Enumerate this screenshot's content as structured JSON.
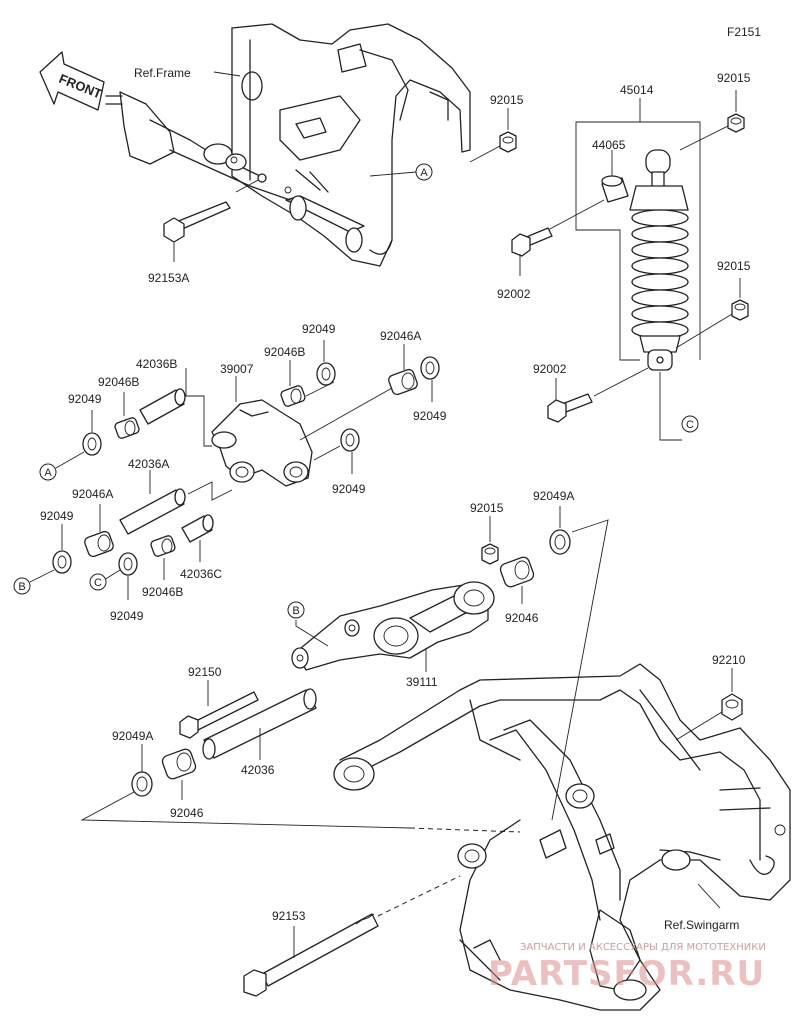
{
  "figure_code": "F2151",
  "front_label": "FRONT",
  "ref_frame": "Ref.Frame",
  "ref_swingarm": "Ref.Swingarm",
  "callouts": [
    "A",
    "B",
    "C"
  ],
  "labels": {
    "p45014": "45014",
    "p92015_a": "92015",
    "p92015_b": "92015",
    "p92015_c": "92015",
    "p92015_d": "92015",
    "p44065": "44065",
    "p92002_a": "92002",
    "p92002_b": "92002",
    "p92153A": "92153A",
    "p92049_1": "92049",
    "p92049_2": "92049",
    "p92049_3": "92049",
    "p92049_4": "92049",
    "p92049_5": "92049",
    "p92049_6": "92049",
    "p92046A_1": "92046A",
    "p92046A_2": "92046A",
    "p92046B_1": "92046B",
    "p92046B_2": "92046B",
    "p92046B_3": "92046B",
    "p42036B": "42036B",
    "p39007": "39007",
    "p42036A": "42036A",
    "p42036C": "42036C",
    "p92049A_1": "92049A",
    "p92049A_2": "92049A",
    "p92046_1": "92046",
    "p92046_2": "92046",
    "p39111": "39111",
    "p92150": "92150",
    "p42036": "42036",
    "p92210": "92210",
    "p92153": "92153"
  },
  "watermark": {
    "tagline": "ЗАПЧАСТИ И АКСЕССУАРЫ ДЛЯ МОТОТЕХНИКИ",
    "brand": "PARTSFOR.RU"
  }
}
